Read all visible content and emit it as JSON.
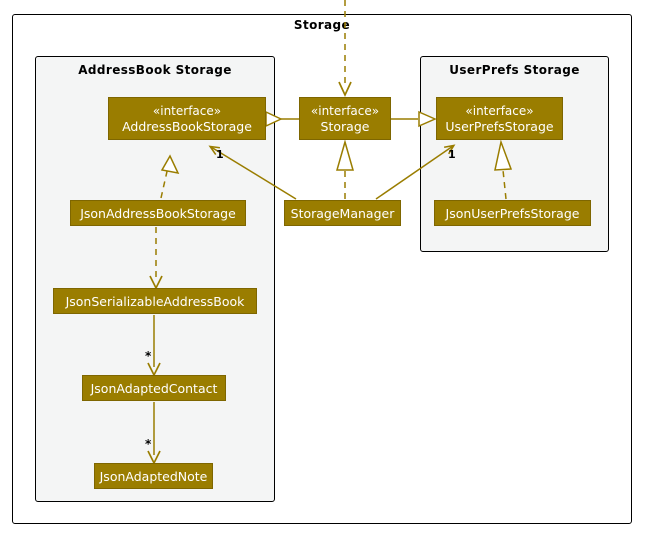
{
  "diagram": {
    "type": "uml-class-diagram",
    "colors": {
      "node_fill": "#9A7D00",
      "node_border": "#7E6600",
      "node_text": "#FFFFFF",
      "line": "#9A7D00",
      "package_fill": "#F4F5F5",
      "package_border": "#000000",
      "canvas": "#FFFFFF",
      "label_text": "#000000"
    },
    "outer_package": {
      "title": "Storage"
    },
    "packages": [
      {
        "id": "addressbook",
        "title": "AddressBook Storage"
      },
      {
        "id": "userprefs",
        "title": "UserPrefs Storage"
      }
    ],
    "nodes": [
      {
        "id": "addressBookStorage",
        "stereotype": "« interface »",
        "stereotype_text": "«interface»",
        "name": "AddressBookStorage",
        "package": "addressbook"
      },
      {
        "id": "storage",
        "stereotype_text": "«interface»",
        "name": "Storage",
        "package": "outer"
      },
      {
        "id": "userPrefsStorage",
        "stereotype_text": "«interface»",
        "name": "UserPrefsStorage",
        "package": "userprefs"
      },
      {
        "id": "jsonAddressBookStorage",
        "stereotype_text": "",
        "name": "JsonAddressBookStorage",
        "package": "addressbook"
      },
      {
        "id": "storageManager",
        "stereotype_text": "",
        "name": "StorageManager",
        "package": "outer"
      },
      {
        "id": "jsonUserPrefsStorage",
        "stereotype_text": "",
        "name": "JsonUserPrefsStorage",
        "package": "userprefs"
      },
      {
        "id": "jsonSerializableAddressBook",
        "stereotype_text": "",
        "name": "JsonSerializableAddressBook",
        "package": "addressbook"
      },
      {
        "id": "jsonAdaptedContact",
        "stereotype_text": "",
        "name": "JsonAdaptedContact",
        "package": "addressbook"
      },
      {
        "id": "jsonAdaptedNote",
        "stereotype_text": "",
        "name": "JsonAdaptedNote",
        "package": "addressbook"
      }
    ],
    "edges": [
      {
        "id": "e-external-storage",
        "from": "external",
        "to": "storage",
        "kind": "dependency-dashed-arrow",
        "label": ""
      },
      {
        "id": "e-storage-abs",
        "from": "storage",
        "to": "addressBookStorage",
        "kind": "generalization-hollow-triangle",
        "label": ""
      },
      {
        "id": "e-storage-ups",
        "from": "storage",
        "to": "userPrefsStorage",
        "kind": "generalization-hollow-triangle",
        "label": ""
      },
      {
        "id": "e-jsonabs-abs",
        "from": "jsonAddressBookStorage",
        "to": "addressBookStorage",
        "kind": "realization-dashed-hollow-triangle",
        "label": ""
      },
      {
        "id": "e-sm-storage",
        "from": "storageManager",
        "to": "storage",
        "kind": "realization-dashed-hollow-triangle",
        "label": ""
      },
      {
        "id": "e-sm-abs",
        "from": "storageManager",
        "to": "addressBookStorage",
        "kind": "association-open-arrow",
        "label": "1"
      },
      {
        "id": "e-sm-ups",
        "from": "storageManager",
        "to": "userPrefsStorage",
        "kind": "association-open-arrow",
        "label": "1"
      },
      {
        "id": "e-jsonups-ups",
        "from": "jsonUserPrefsStorage",
        "to": "userPrefsStorage",
        "kind": "realization-dashed-hollow-triangle",
        "label": ""
      },
      {
        "id": "e-jsonabs-jsab",
        "from": "jsonAddressBookStorage",
        "to": "jsonSerializableAddressBook",
        "kind": "dependency-dashed-arrow",
        "label": ""
      },
      {
        "id": "e-jsab-contact",
        "from": "jsonSerializableAddressBook",
        "to": "jsonAdaptedContact",
        "kind": "association-open-arrow",
        "label": "*"
      },
      {
        "id": "e-contact-note",
        "from": "jsonAdaptedContact",
        "to": "jsonAdaptedNote",
        "kind": "association-open-arrow",
        "label": "*"
      }
    ],
    "multiplicity_labels": [
      {
        "id": "m-abs",
        "text": "1"
      },
      {
        "id": "m-ups",
        "text": "1"
      },
      {
        "id": "m-contact",
        "text": "*"
      },
      {
        "id": "m-note",
        "text": "*"
      }
    ]
  }
}
